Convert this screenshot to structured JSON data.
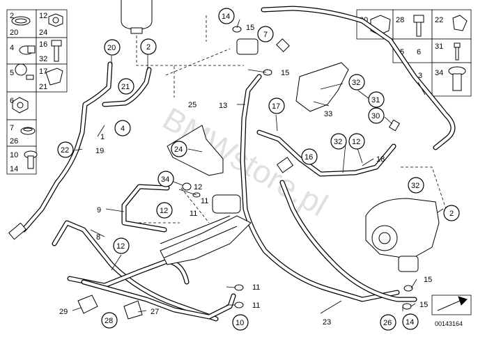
{
  "diagram": {
    "watermark": "BMWstore.pl",
    "catalog_number": "00143164",
    "legend": [
      {
        "pair": [
          "2",
          "20"
        ],
        "shape": "hose-clamp"
      },
      {
        "pair": [
          "12",
          "24"
        ],
        "shape": "hex-nut"
      },
      {
        "pair": [
          "4"
        ],
        "shape": "worm-clamp"
      },
      {
        "pair": [
          "16",
          "32"
        ],
        "shape": "bolt"
      },
      {
        "pair": [
          "5"
        ],
        "shape": "p-clip"
      },
      {
        "pair": [
          "17",
          "21"
        ],
        "shape": "bracket-clip"
      },
      {
        "pair": [
          "6"
        ],
        "shape": "hex-nut"
      },
      {
        "pair": [
          "7",
          "26"
        ],
        "shape": "flange-nut"
      },
      {
        "pair": [
          "10",
          "14"
        ],
        "shape": "banjo-bolt"
      },
      {
        "pair": [
          "30"
        ],
        "shape": "clip-block"
      },
      {
        "pair": [
          "28"
        ],
        "shape": "bolt"
      },
      {
        "pair": [
          "22"
        ],
        "shape": "bracket-clip"
      },
      {
        "pair": [
          "5",
          "6"
        ],
        "shape": "plain"
      },
      {
        "pair": [
          "31"
        ],
        "shape": "stud"
      },
      {
        "pair": [
          "34"
        ],
        "shape": "banjo-bolt"
      }
    ],
    "circled": [
      "20",
      "2",
      "21",
      "4",
      "22",
      "14",
      "7",
      "32",
      "31",
      "30",
      "17",
      "16",
      "32",
      "24",
      "34",
      "12",
      "12",
      "32",
      "2",
      "12",
      "28",
      "26",
      "14",
      "10"
    ],
    "plain": [
      "1",
      "19",
      "25",
      "15",
      "15",
      "13",
      "3",
      "33",
      "18",
      "12",
      "11",
      "11",
      "9",
      "8",
      "29",
      "27",
      "23",
      "11",
      "11",
      "15",
      "15"
    ]
  }
}
